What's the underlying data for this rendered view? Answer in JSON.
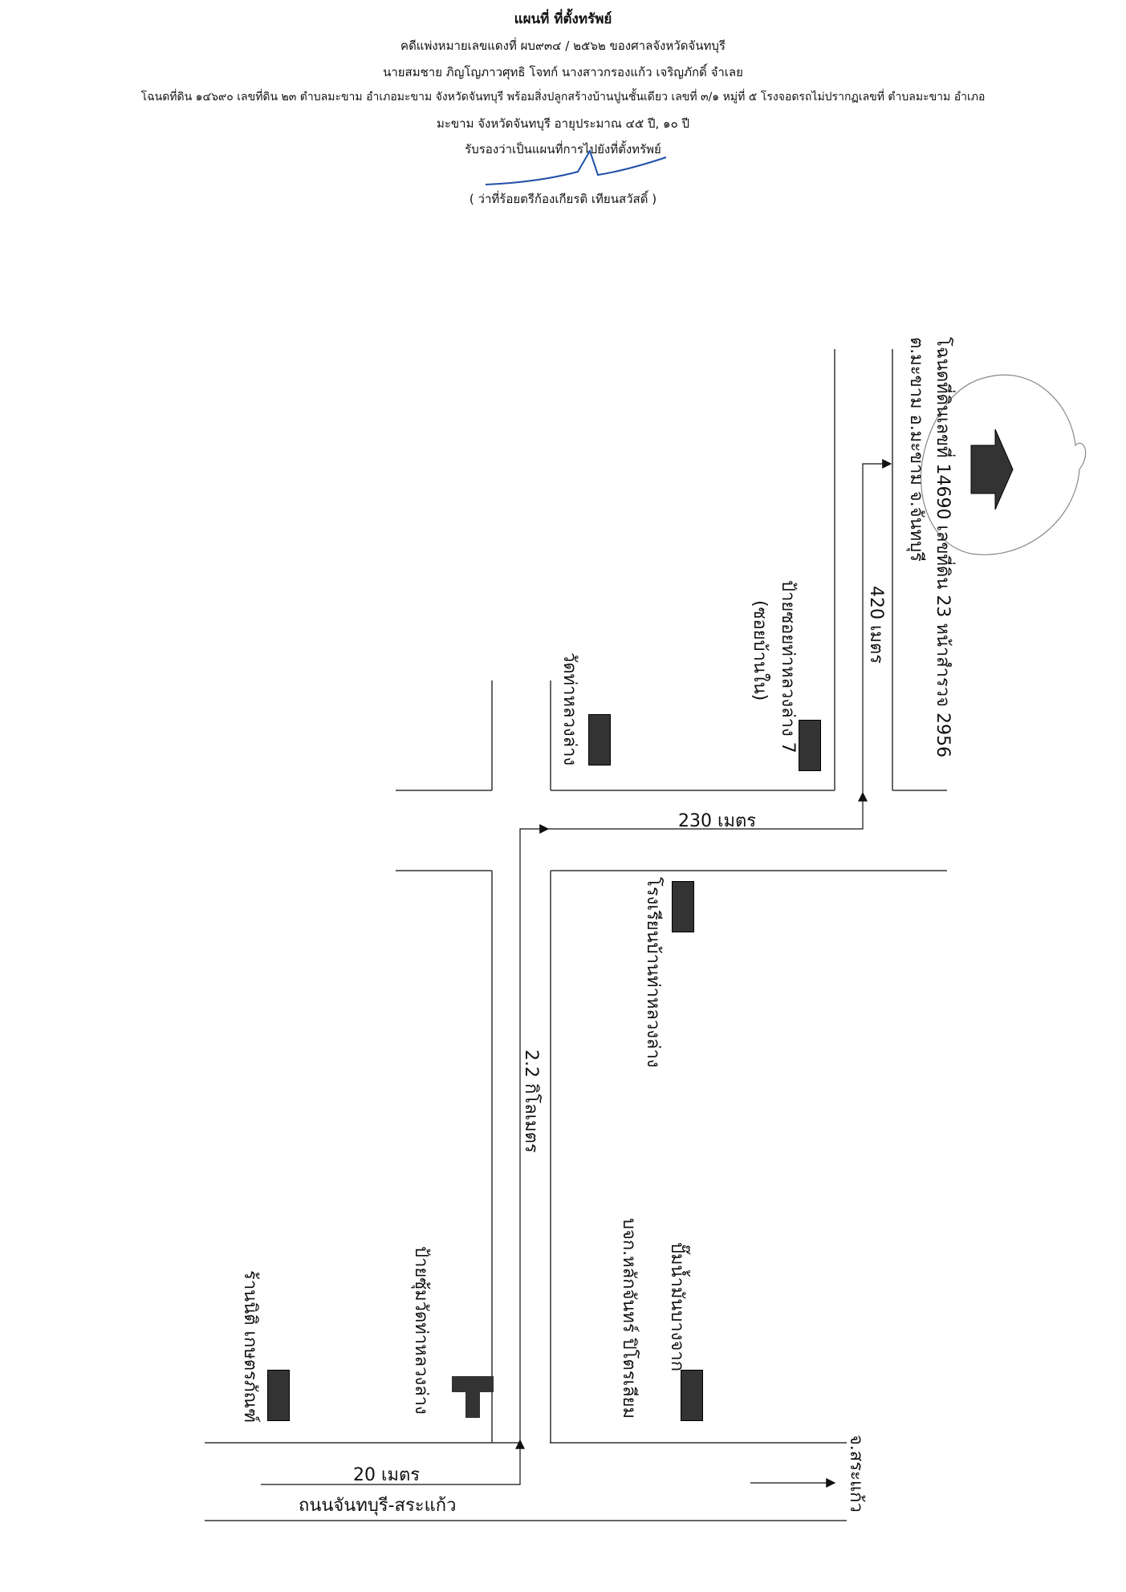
{
  "header": {
    "title": "แผนที่ ที่ตั้งทรัพย์",
    "line1": "คดีแพ่งหมายเลขแดงที่ ผบ๙๓๔ / ๒๕๖๒ ของศาลจังหวัดจันทบุรี",
    "line2": "นายสมชาย ภิญโญภาวศุทธิ  โจทก์ นางสาวกรองแก้ว เจริญภักดิ์ จำเลย",
    "line3": "โฉนดที่ดิน ๑๔๖๙๐ เลขที่ดิน ๒๓ ตำบลมะขาม อำเภอมะขาม  จังหวัดจันทบุรี พร้อมสิ่งปลูกสร้างบ้านปูนชั้นเดียว เลขที่ ๓/๑ หมู่ที่ ๕ โรงจอดรถไม่ปรากฏเลขที่ ตำบลมะขาม อำเภอ",
    "line4": "มะขาม จังหวัดจันทบุรี อายุประมาณ ๔๕ ปี, ๑๐ ปี",
    "certify": "รับรองว่าเป็นแผนที่การไปยังที่ตั้งทรัพย์",
    "signer": "( ว่าที่ร้อยตรีก้องเกียรติ เทียนสวัสดิ์ )"
  },
  "map": {
    "road_main": "ถนนจันทบุรี-สระแก้ว",
    "to_sakaeo": "จ.สระแก้ว",
    "dist_20": "20 เมตร",
    "dist_22km": "2.2 กิโลเมตร",
    "dist_230": "230 เมตร",
    "dist_420": "420 เมตร",
    "shop": "ร้านนิติ เกษตรภัณฑ์",
    "sign_temple": "ป้ายซุ้มวัดท่าหลวงล่าง",
    "gas_station_1": "ปั๊มน้ำมันบางจาก",
    "gas_station_2": "บจก.หลักจันทร์ ปิโตรเลียม",
    "school": "โรงเรียนบ้านท่าหลวงล่าง",
    "temple": "วัดท่าหลวงล่าง",
    "soi_sign_1": "ป้ายซอยท่าหลวงล่าง 7",
    "soi_sign_2": "(ซอยบ้านใน)",
    "deed_1": "โฉนดที่ดินเลขที่ 14690 เลขที่ดิน 23 หน้าสำรวจ 2956",
    "deed_2": "ต.มะขาม อ.มะขาม จ.จันทบุรี"
  },
  "colors": {
    "ink": "#111111",
    "building": "#333333",
    "signature": "#1f4fa8"
  }
}
